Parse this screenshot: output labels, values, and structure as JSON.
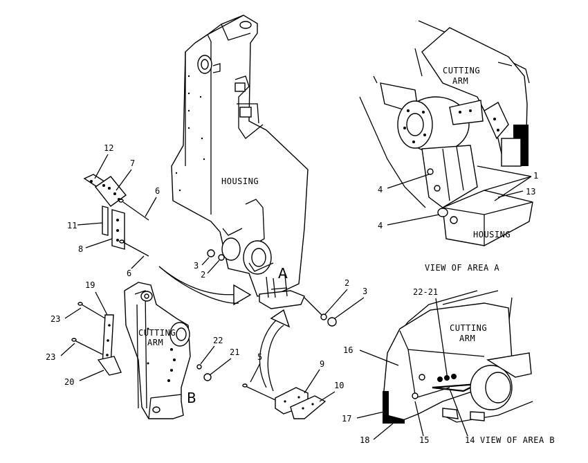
{
  "labels": {
    "housing_main": "HOUSING",
    "cutting_arm_main_1": "CUTTING",
    "cutting_arm_main_2": "ARM",
    "area_a_letter": "A",
    "area_b_letter": "B",
    "view_a_cutting_1": "CUTTING",
    "view_a_cutting_2": "ARM",
    "view_a_housing": "HOUSING",
    "view_a_caption": "VIEW OF AREA A",
    "view_b_cutting_1": "CUTTING",
    "view_b_cutting_2": "ARM",
    "view_b_caption": "VIEW OF AREA B"
  },
  "callouts": {
    "c12": "12",
    "c7": "7",
    "c6a": "6",
    "c11": "11",
    "c8": "8",
    "c6b": "6",
    "c3a": "3",
    "c2a": "2",
    "c2b": "2",
    "c3b": "3",
    "c19": "19",
    "c23a": "23",
    "c23b": "23",
    "c20": "20",
    "c22": "22",
    "c21": "21",
    "c5": "5",
    "c9": "9",
    "c10": "10",
    "c1": "1",
    "c13": "13",
    "c4a": "4",
    "c4b": "4",
    "c22_21": "22-21",
    "c16": "16",
    "c17": "17",
    "c18": "18",
    "c15": "15",
    "c14": "14"
  }
}
